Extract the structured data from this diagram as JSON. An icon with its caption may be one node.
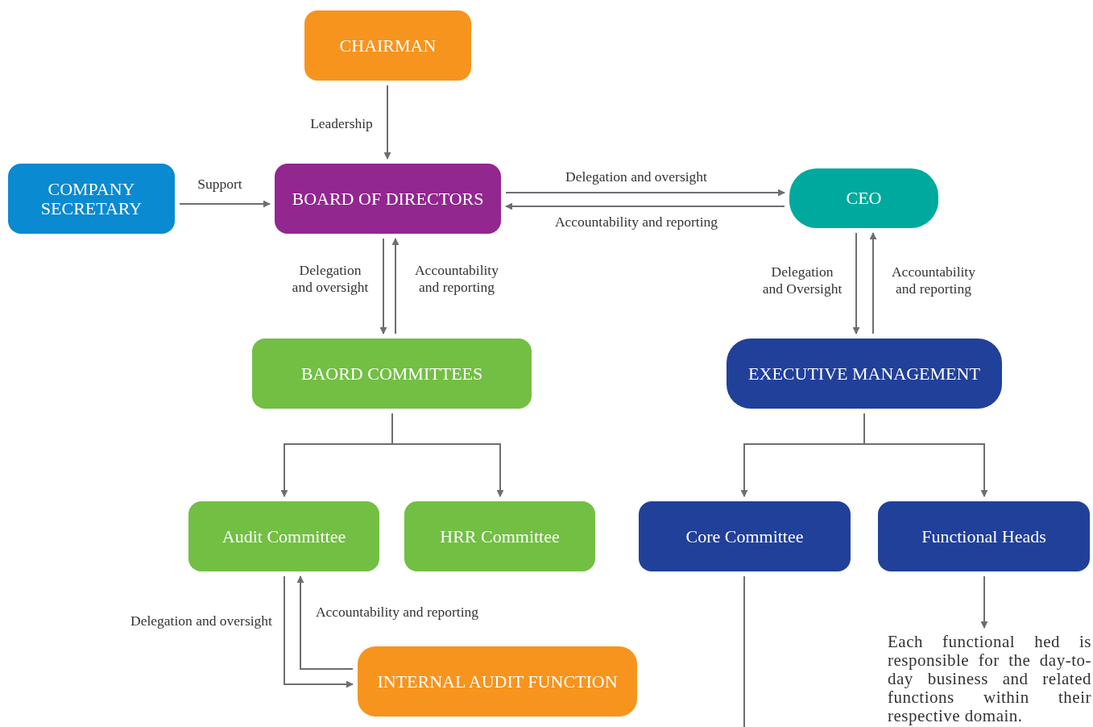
{
  "diagram": {
    "nodes": [
      {
        "text": [
          "CHAIRMAN"
        ]
      },
      {
        "text": [
          "COMPANY SECRETARY"
        ]
      },
      {
        "text": [
          "BOARD OF DIRECTORS"
        ]
      },
      {
        "text": [
          "CEO"
        ]
      },
      {
        "text": [
          "BAORD COMMITTEES"
        ]
      },
      {
        "text": [
          "EXECUTIVE MANAGEMENT"
        ]
      },
      {
        "text": [
          "Audit Committee"
        ]
      },
      {
        "text": [
          "HRR Committee"
        ]
      },
      {
        "text": [
          "Core Committee"
        ]
      },
      {
        "text": [
          "Functional Heads"
        ]
      },
      {
        "text": [
          "INTERNAL AUDIT FUNCTION"
        ]
      },
      {
        "text": [
          "Each functional hed is responsible for the day-to-day business and related functions within their respective domain."
        ]
      }
    ],
    "edges": [
      {
        "from": 0,
        "to": 2,
        "arrow": "to",
        "label": "Leadership"
      },
      {
        "from": 1,
        "to": 2,
        "arrow": "to",
        "label": "Support"
      },
      {
        "from": 2,
        "to": 3,
        "arrow": "to",
        "label": "Delegation and oversight"
      },
      {
        "from": 3,
        "to": 2,
        "arrow": "to",
        "label": "Accountability and reporting"
      },
      {
        "from": 2,
        "to": 4,
        "arrow": "to",
        "label": "Delegation and oversight"
      },
      {
        "from": 4,
        "to": 2,
        "arrow": "to",
        "label": "Accountability and reporting"
      },
      {
        "from": 3,
        "to": 5,
        "arrow": "to",
        "label": "Delegation and Oversight"
      },
      {
        "from": 5,
        "to": 3,
        "arrow": "to",
        "label": "Accountability and reporting"
      },
      {
        "from": 4,
        "to": 6,
        "arrow": "to"
      },
      {
        "from": 4,
        "to": 7,
        "arrow": "to"
      },
      {
        "from": 6,
        "to": 10,
        "arrow": "to",
        "label": "Delegation and oversight"
      },
      {
        "from": 10,
        "to": 6,
        "arrow": "to",
        "label": "Accountability and reporting"
      },
      {
        "from": 5,
        "to": 8,
        "arrow": "to"
      },
      {
        "from": 5,
        "to": 9,
        "arrow": "to"
      },
      {
        "from": 8,
        "to": null,
        "arrow": "none"
      },
      {
        "from": 9,
        "to": 11,
        "arrow": "to"
      }
    ]
  }
}
